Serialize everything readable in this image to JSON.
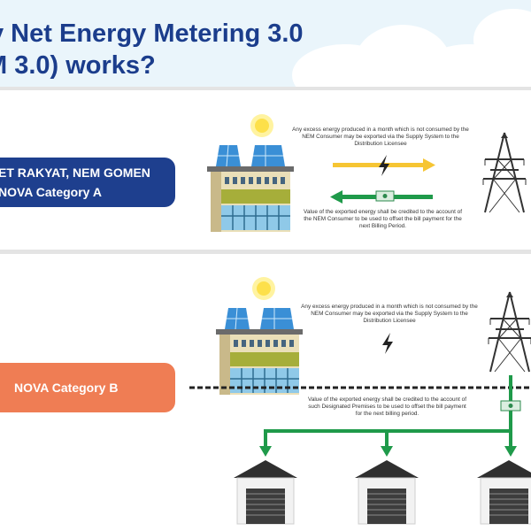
{
  "title": {
    "line1": "v Net Energy Metering 3.0",
    "line2": "M 3.0) works?"
  },
  "section_a": {
    "category_line1": "ET RAKYAT, NEM GOMEN",
    "category_line2": "NOVA Category A",
    "export_note": "Any excess energy produced in a month which is not consumed by the NEM Consumer may be exported via the Supply System to the Distribution Licensee",
    "credit_note": "Value of the exported energy shall be credited to the account of the NEM Consumer to be used to offset the bill payment for the next Billing Period."
  },
  "section_b": {
    "category": "NOVA Category B",
    "export_note": "Any excess energy produced in a month which is not consumed by the NEM Consumer may be exported via the Supply System to the Distribution Licensee",
    "credit_note": "Value of the exported energy shall be credited to the account of such Designated Premises to be used to offset the bill payment for the next billing period."
  },
  "icons": [
    "sun-icon",
    "solar-house-icon",
    "lightning-icon",
    "transmission-tower-icon",
    "money-icon",
    "garage-icon"
  ],
  "colors": {
    "navy": "#1e3f8e",
    "orange": "#ef7d54",
    "yellow_arrow": "#f6c533",
    "green_arrow": "#1f9a4a",
    "sun": "#fde04a"
  }
}
